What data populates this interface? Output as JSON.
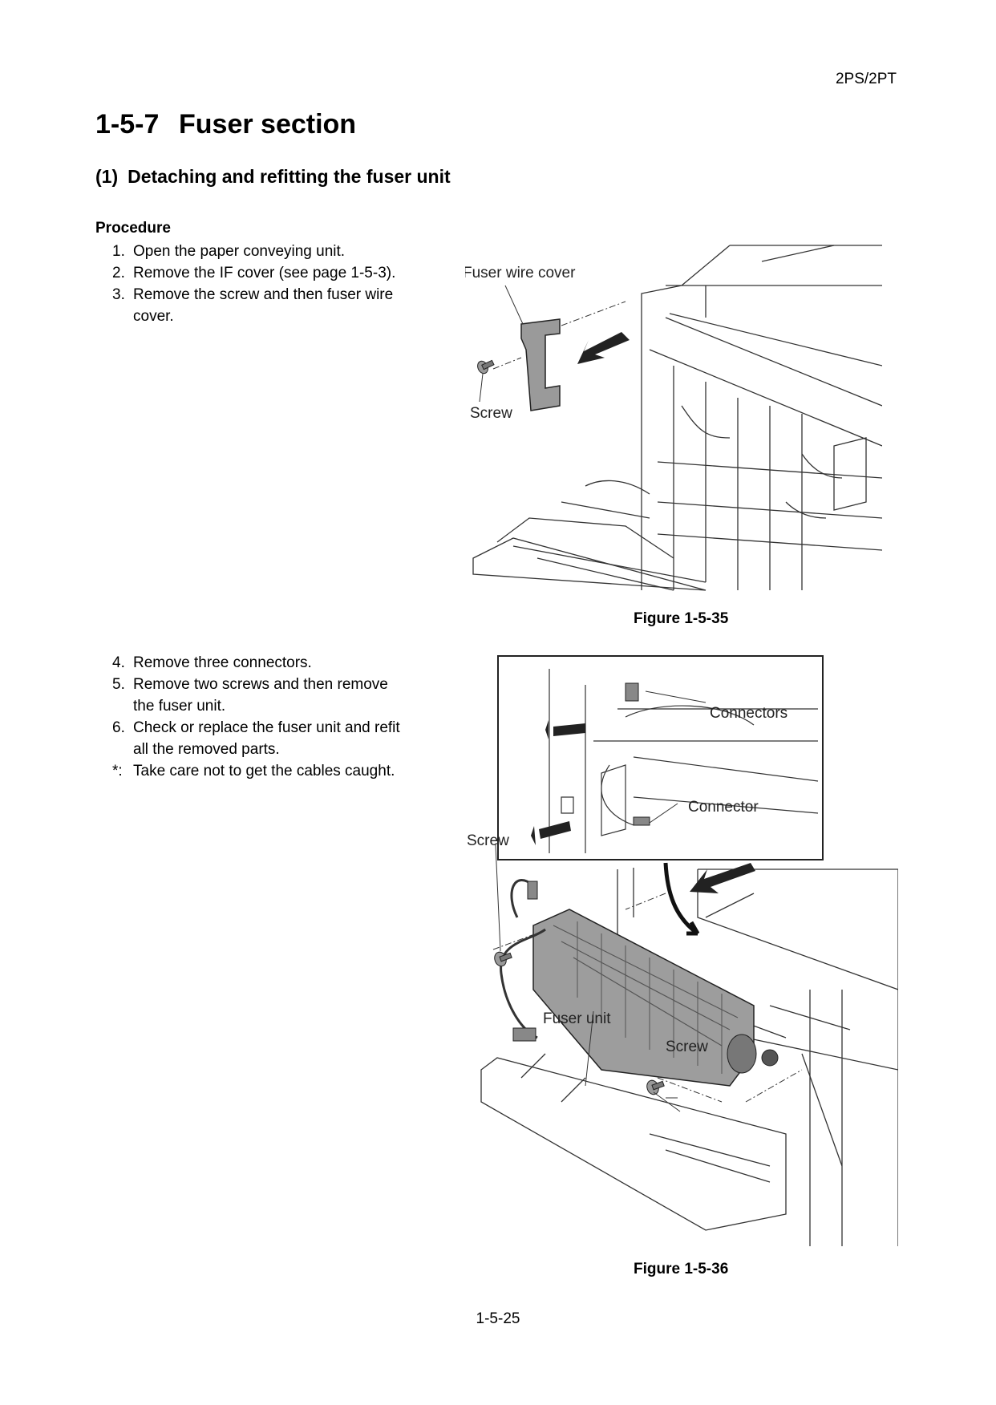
{
  "header": {
    "model": "2PS/2PT"
  },
  "section": {
    "number": "1-5-7",
    "title": "Fuser section"
  },
  "subsection": {
    "number": "(1)",
    "title": "Detaching and refitting the fuser unit"
  },
  "procedure_label": "Procedure",
  "steps_part1": [
    {
      "n": "1.",
      "lines": [
        "Open the paper conveying unit."
      ]
    },
    {
      "n": "2.",
      "lines": [
        "Remove the IF cover (see page 1-5-3)."
      ]
    },
    {
      "n": "3.",
      "lines": [
        "Remove the screw and then fuser wire",
        "cover."
      ]
    }
  ],
  "steps_part2": [
    {
      "n": "4.",
      "lines": [
        "Remove three connectors."
      ]
    },
    {
      "n": "5.",
      "lines": [
        "Remove two screws and then remove",
        "the fuser unit."
      ]
    },
    {
      "n": "6.",
      "lines": [
        "Check or replace the fuser unit and refit",
        "all the removed parts."
      ]
    },
    {
      "n": "*:",
      "lines": [
        "Take care not to get the cables caught."
      ]
    }
  ],
  "figure1": {
    "caption": "Figure 1-5-35",
    "labels": {
      "fuser_wire_cover": "Fuser wire cover",
      "screw": "Screw"
    }
  },
  "figure2": {
    "caption": "Figure 1-5-36",
    "labels": {
      "connectors": "Connectors",
      "connector": "Connector",
      "screw_left": "Screw",
      "fuser_unit": "Fuser unit",
      "screw_right": "Screw"
    }
  },
  "footer": {
    "page_number": "1-5-25"
  }
}
